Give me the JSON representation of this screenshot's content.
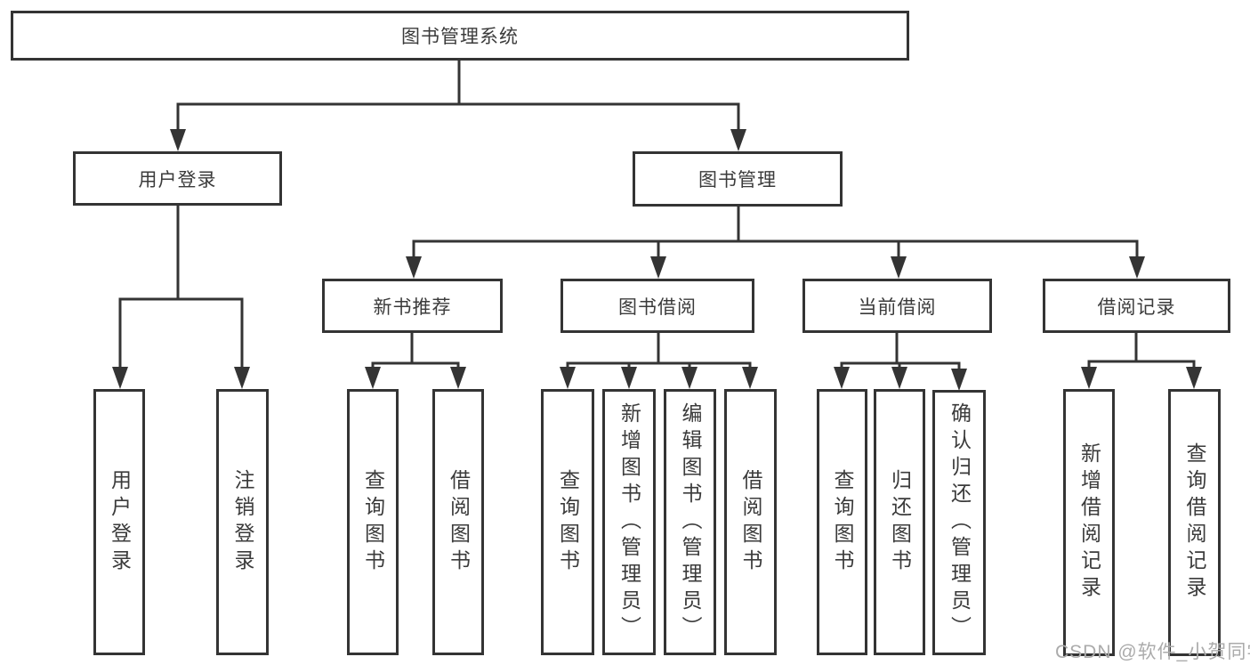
{
  "diagram_type": "hierarchy-tree",
  "colors": {
    "line": "#343434",
    "box_border": "#343434",
    "box_background": "#ffffff",
    "text": "#3b3b3b",
    "watermark_text_color": "#ababab"
  },
  "nodes": {
    "root": {
      "label": "图书管理系统"
    },
    "user_login": {
      "label": "用户登录"
    },
    "book_mgmt": {
      "label": "图书管理"
    },
    "new_book_rec": {
      "label": "新书推荐"
    },
    "book_borrow": {
      "label": "图书借阅"
    },
    "current_borrow": {
      "label": "当前借阅"
    },
    "borrow_records": {
      "label": "借阅记录"
    },
    "ul_login": {
      "label": "用户登录"
    },
    "ul_logout": {
      "label": "注销登录"
    },
    "nb_query": {
      "label": "查询图书"
    },
    "nb_borrow": {
      "label": "借阅图书"
    },
    "bb_query": {
      "label": "查询图书"
    },
    "bb_add": {
      "label": "新增图书（管理员）"
    },
    "bb_edit": {
      "label": "编辑图书（管理员）"
    },
    "bb_borrow": {
      "label": "借阅图书"
    },
    "cb_query": {
      "label": "查询图书"
    },
    "cb_return": {
      "label": "归还图书"
    },
    "cb_confirm": {
      "label": "确认归还（管理员）"
    },
    "br_add": {
      "label": "新增借阅记录"
    },
    "br_query": {
      "label": "查询借阅记录"
    }
  },
  "edges": [
    [
      "root",
      "user_login"
    ],
    [
      "root",
      "book_mgmt"
    ],
    [
      "user_login",
      "ul_login"
    ],
    [
      "user_login",
      "ul_logout"
    ],
    [
      "book_mgmt",
      "new_book_rec"
    ],
    [
      "book_mgmt",
      "book_borrow"
    ],
    [
      "book_mgmt",
      "current_borrow"
    ],
    [
      "book_mgmt",
      "borrow_records"
    ],
    [
      "new_book_rec",
      "nb_query"
    ],
    [
      "new_book_rec",
      "nb_borrow"
    ],
    [
      "book_borrow",
      "bb_query"
    ],
    [
      "book_borrow",
      "bb_add"
    ],
    [
      "book_borrow",
      "bb_edit"
    ],
    [
      "book_borrow",
      "bb_borrow"
    ],
    [
      "current_borrow",
      "cb_query"
    ],
    [
      "current_borrow",
      "cb_return"
    ],
    [
      "current_borrow",
      "cb_confirm"
    ],
    [
      "borrow_records",
      "br_add"
    ],
    [
      "borrow_records",
      "br_query"
    ]
  ],
  "watermark": {
    "text": "CSDN @软件_小贺同学"
  }
}
